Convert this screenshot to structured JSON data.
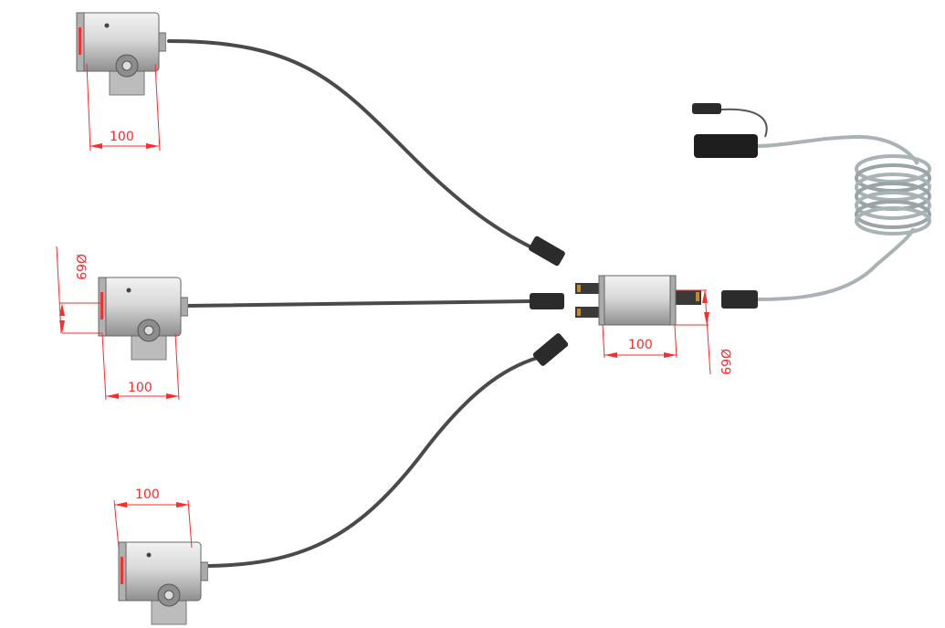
{
  "diagram": {
    "dimensions": {
      "camera_top_width": "100",
      "camera_middle_width": "100",
      "camera_middle_diameter": "Ø69",
      "camera_bottom_width": "100",
      "hub_width": "100",
      "hub_diameter": "Ø69"
    },
    "colors": {
      "dimension": "#ff2a2a",
      "cable": "#4a4a4a",
      "power_cable": "#a9b2b4"
    }
  }
}
